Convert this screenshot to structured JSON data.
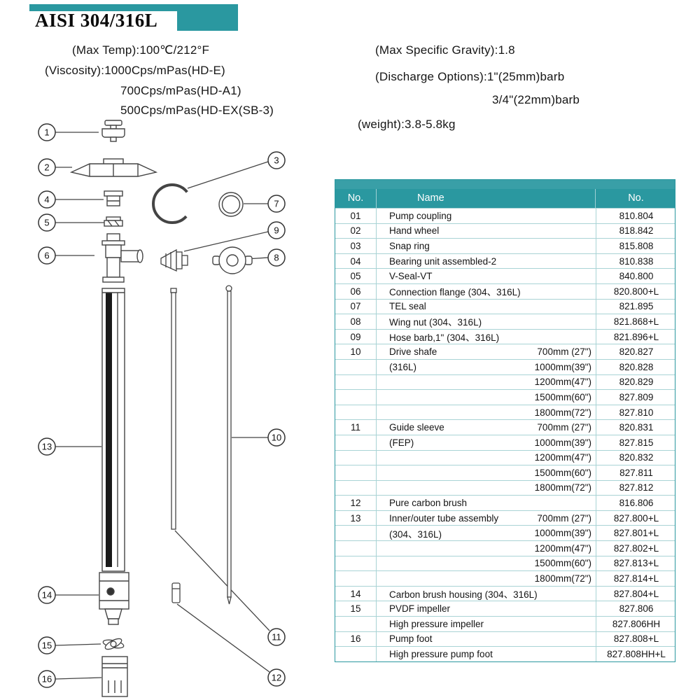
{
  "colors": {
    "accent": "#2a98a0",
    "grid": "#a9d3d5",
    "diagram_stroke": "#444444"
  },
  "header": {
    "title": "AISI 304/316L"
  },
  "specs": {
    "max_temp": "(Max Temp):100℃/212°F",
    "viscosity_1": "(Viscosity):1000Cps/mPas(HD-E)",
    "viscosity_2": "700Cps/mPas(HD-A1)",
    "viscosity_3": "500Cps/mPas(HD-EX(SB-3)",
    "max_gravity": "(Max Specific Gravity):1.8",
    "discharge_1": "(Discharge Options):1\"(25mm)barb",
    "discharge_2": "3/4\"(22mm)barb",
    "weight": "(weight):3.8-5.8kg"
  },
  "diagram": {
    "callouts": [
      "1",
      "2",
      "3",
      "4",
      "5",
      "6",
      "7",
      "8",
      "9",
      "10",
      "11",
      "12",
      "13",
      "14",
      "15",
      "16"
    ]
  },
  "table": {
    "header": {
      "no": "No.",
      "name": "Name",
      "part_no": "No."
    },
    "rows": [
      {
        "no": "01",
        "name": "Pump coupling",
        "size": "",
        "part": "810.804"
      },
      {
        "no": "02",
        "name": "Hand wheel",
        "size": "",
        "part": "818.842"
      },
      {
        "no": "03",
        "name": "Snap ring",
        "size": "",
        "part": "815.808"
      },
      {
        "no": "04",
        "name": "Bearing unit assembled-2",
        "size": "",
        "part": "810.838"
      },
      {
        "no": "05",
        "name": "V-Seal-VT",
        "size": "",
        "part": "840.800"
      },
      {
        "no": "06",
        "name": "Connection flange (304、316L)",
        "size": "",
        "part": "820.800+L"
      },
      {
        "no": "07",
        "name": "TEL seal",
        "size": "",
        "part": "821.895"
      },
      {
        "no": "08",
        "name": "Wing nut (304、316L)",
        "size": "",
        "part": "821.868+L"
      },
      {
        "no": "09",
        "name": "Hose barb,1\" (304、316L)",
        "size": "",
        "part": "821.896+L"
      },
      {
        "no": "10",
        "name": "Drive shafe",
        "size": "700mm (27\")",
        "part": "820.827"
      },
      {
        "no": "",
        "name": "(316L)",
        "size": "1000mm(39\")",
        "part": "820.828"
      },
      {
        "no": "",
        "name": "",
        "size": "1200mm(47\")",
        "part": "820.829"
      },
      {
        "no": "",
        "name": "",
        "size": "1500mm(60\")",
        "part": "827.809"
      },
      {
        "no": "",
        "name": "",
        "size": "1800mm(72\")",
        "part": "827.810"
      },
      {
        "no": "11",
        "name": "Guide sleeve",
        "size": "700mm (27\")",
        "part": "820.831"
      },
      {
        "no": "",
        "name": "(FEP)",
        "size": "1000mm(39\")",
        "part": "827.815"
      },
      {
        "no": "",
        "name": "",
        "size": "1200mm(47\")",
        "part": "820.832"
      },
      {
        "no": "",
        "name": "",
        "size": "1500mm(60\")",
        "part": "827.811"
      },
      {
        "no": "",
        "name": "",
        "size": "1800mm(72\")",
        "part": "827.812"
      },
      {
        "no": "12",
        "name": "Pure carbon brush",
        "size": "",
        "part": "816.806"
      },
      {
        "no": "13",
        "name": "Inner/outer tube assembly",
        "size": "700mm (27\")",
        "part": "827.800+L"
      },
      {
        "no": "",
        "name": "(304、316L)",
        "size": "1000mm(39\")",
        "part": "827.801+L"
      },
      {
        "no": "",
        "name": "",
        "size": "1200mm(47\")",
        "part": "827.802+L"
      },
      {
        "no": "",
        "name": "",
        "size": "1500mm(60\")",
        "part": "827.813+L"
      },
      {
        "no": "",
        "name": "",
        "size": "1800mm(72\")",
        "part": "827.814+L"
      },
      {
        "no": "14",
        "name": "Carbon brush housing (304、316L)",
        "size": "",
        "part": "827.804+L"
      },
      {
        "no": "15",
        "name": "PVDF impeller",
        "size": "",
        "part": "827.806"
      },
      {
        "no": "",
        "name": "High pressure impeller",
        "size": "",
        "part": "827.806HH"
      },
      {
        "no": "16",
        "name": "Pump foot",
        "size": "",
        "part": "827.808+L"
      },
      {
        "no": "",
        "name": "High pressure pump foot",
        "size": "",
        "part": "827.808HH+L"
      }
    ]
  }
}
